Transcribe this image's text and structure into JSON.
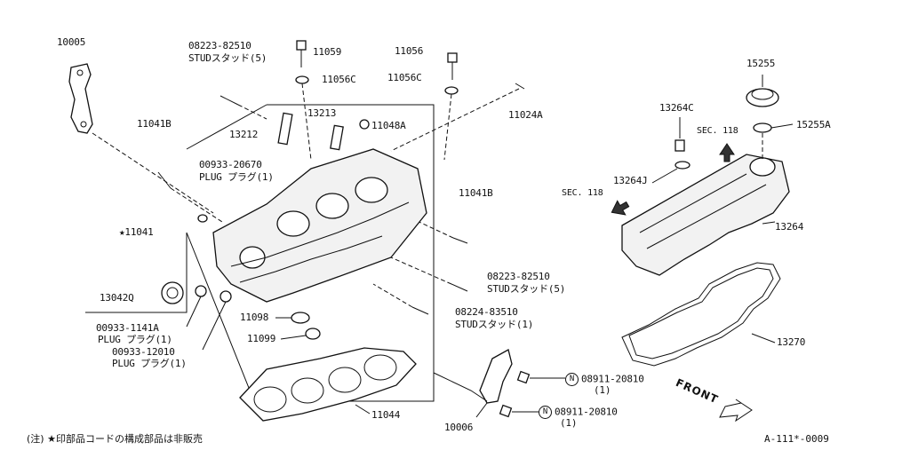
{
  "labels": {
    "p10005": "10005",
    "p08223_top_a": "08223-82510",
    "p08223_top_b": "STUDスタッド(5)",
    "p11059": "11059",
    "p11056": "11056",
    "p11056c_a": "11056C",
    "p11056c_b": "11056C",
    "p13213": "13213",
    "p11048a": "11048A",
    "p13212": "13212",
    "p11041b_a": "11041B",
    "p11041b_b": "11041B",
    "p00933_20670_a": "00933-20670",
    "p00933_20670_b": "PLUG プラグ(1)",
    "p11041": "★11041",
    "p13042q": "13042Q",
    "p00933_1141a_a": "00933-1141A",
    "p00933_1141a_b": "PLUG プラグ(1)",
    "p00933_12010_a": "00933-12010",
    "p00933_12010_b": "PLUG プラグ(1)",
    "p11098": "11098",
    "p11099": "11099",
    "p11024a": "11024A",
    "p08223_mid_a": "08223-82510",
    "p08223_mid_b": "STUDスタッド(5)",
    "p08224_a": "08224-83510",
    "p08224_b": "STUDスタッド(1)",
    "p08911_a": "08911-20810",
    "p08911_a_qty": "(1)",
    "p08911_b": "08911-20810",
    "p08911_b_qty": "(1)",
    "circle_n": "N",
    "p11044": "11044",
    "p10006": "10006",
    "p15255": "15255",
    "p15255a": "15255A",
    "p13264c": "13264C",
    "sec118_a": "SEC. 118",
    "sec118_b": "SEC. 118",
    "p13264j": "13264J",
    "p13264": "13264",
    "p13270": "13270",
    "front": "FRONT"
  },
  "footer": {
    "note": "(注) ★印部品コードの構成部品は非販売",
    "code": "A-111*-0009"
  }
}
